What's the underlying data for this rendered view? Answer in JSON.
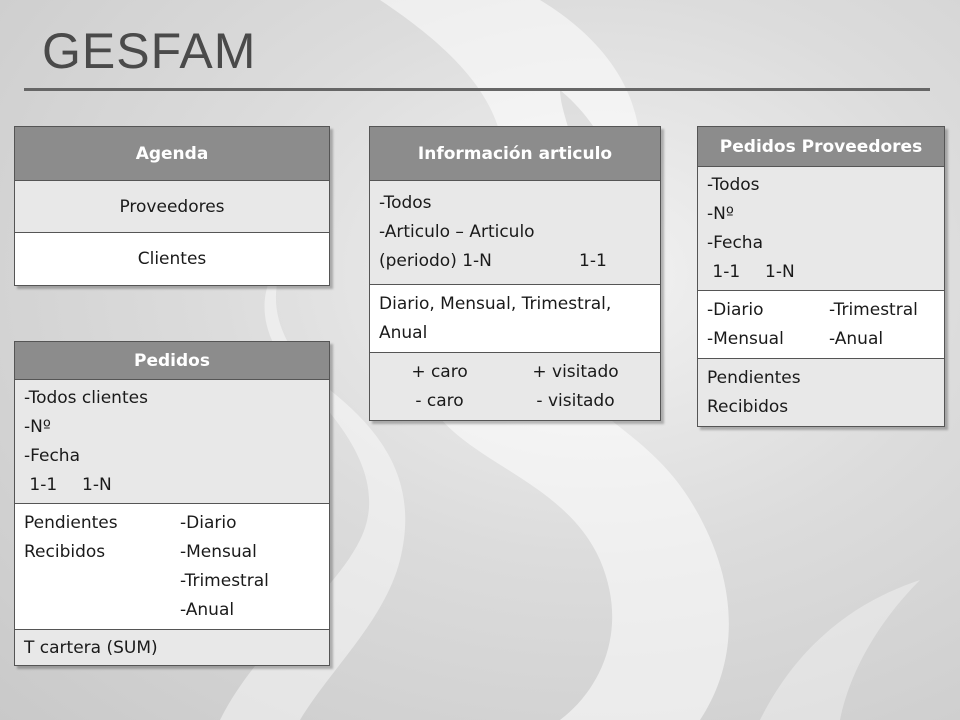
{
  "title": "GESFAM",
  "agenda": {
    "header": "Agenda",
    "rows": [
      "Proveedores",
      "Clientes"
    ]
  },
  "pedidos": {
    "header": "Pedidos",
    "filters": [
      "-Todos clientes",
      "-Nº",
      "-Fecha"
    ],
    "cardinality": [
      " 1-1",
      "1-N"
    ],
    "states": [
      "Pendientes",
      "Recibidos"
    ],
    "periods": [
      "-Diario",
      "-Mensual",
      "-Trimestral",
      "-Anual"
    ],
    "total": "T cartera (SUM)"
  },
  "informacion_articulo": {
    "header": "Información articulo",
    "filters": [
      "-Todos",
      "-Articulo – Articulo"
    ],
    "periodo_label": "(periodo) 1-N",
    "periodo_card": "1-1",
    "periods": [
      "Diario, Mensual, Trimestral,",
      "Anual"
    ],
    "ranking": {
      "caro_plus": "+ caro",
      "caro_minus": "- caro",
      "visitado_plus": "+ visitado",
      "visitado_minus": "- visitado"
    }
  },
  "pedidos_proveedores": {
    "header": "Pedidos Proveedores",
    "filters": [
      "-Todos",
      "-Nº",
      "-Fecha"
    ],
    "cardinality": [
      " 1-1",
      "1-N"
    ],
    "periods_left": [
      "-Diario",
      "-Mensual"
    ],
    "periods_right": [
      "-Trimestral",
      "-Anual"
    ],
    "states": [
      "Pendientes",
      "Recibidos"
    ]
  }
}
